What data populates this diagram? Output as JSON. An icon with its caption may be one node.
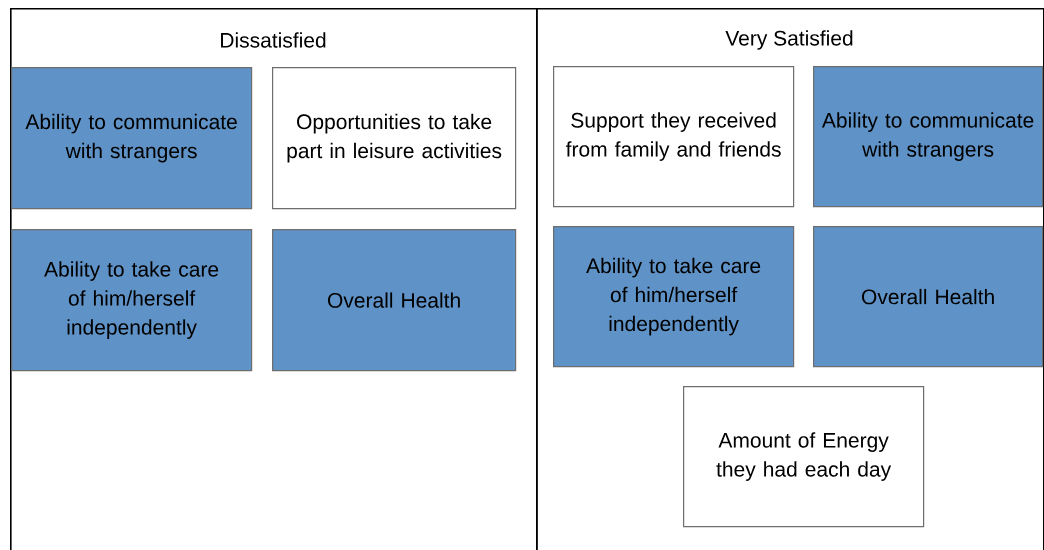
{
  "diagram": {
    "nodes": [
      {
        "text": [
          "Dissatisfied"
        ]
      },
      {
        "text": [
          "Ability to communicate with strangers"
        ],
        "in": 0
      },
      {
        "text": [
          "Opportunities to take part in leisure activities"
        ],
        "in": 0
      },
      {
        "text": [
          "Ability to take care of him/herself independently"
        ],
        "in": 0
      },
      {
        "text": [
          "Overall Health"
        ],
        "in": 0
      },
      {
        "text": [
          "Very Satisfied"
        ]
      },
      {
        "text": [
          "Support they received from family and friends"
        ],
        "in": 5
      },
      {
        "text": [
          "Ability to communicate with strangers"
        ],
        "in": 5
      },
      {
        "text": [
          "Ability to take care of him/herself independently"
        ],
        "in": 5
      },
      {
        "text": [
          "Overall Health"
        ],
        "in": 5
      },
      {
        "text": [
          "Amount of Energy they had each day"
        ],
        "in": 5
      }
    ]
  }
}
